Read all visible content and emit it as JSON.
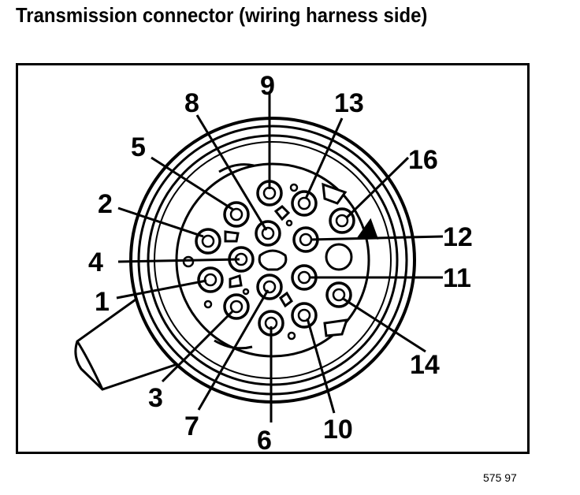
{
  "title": "Transmission connector (wiring harness side)",
  "figure_code": "575 97",
  "pins": [
    {
      "id": "1",
      "label": "1"
    },
    {
      "id": "2",
      "label": "2"
    },
    {
      "id": "3",
      "label": "3"
    },
    {
      "id": "4",
      "label": "4"
    },
    {
      "id": "5",
      "label": "5"
    },
    {
      "id": "6",
      "label": "6"
    },
    {
      "id": "7",
      "label": "7"
    },
    {
      "id": "8",
      "label": "8"
    },
    {
      "id": "9",
      "label": "9"
    },
    {
      "id": "10",
      "label": "10"
    },
    {
      "id": "11",
      "label": "11"
    },
    {
      "id": "12",
      "label": "12"
    },
    {
      "id": "13",
      "label": "13"
    },
    {
      "id": "14",
      "label": "14"
    },
    {
      "id": "16",
      "label": "16"
    }
  ]
}
